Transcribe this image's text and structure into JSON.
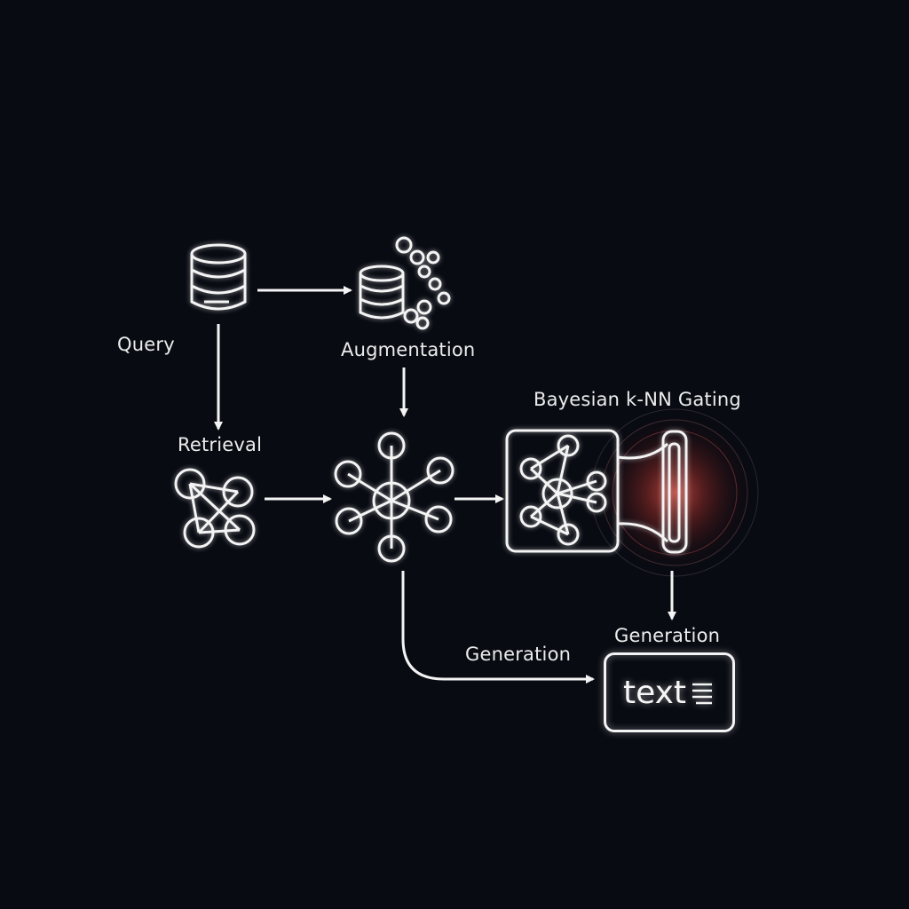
{
  "diagram": {
    "nodes": {
      "query": {
        "label": "Query",
        "icon": "database-icon"
      },
      "augmentation": {
        "label": "Augmentation",
        "icon": "database-with-clusters-icon"
      },
      "retrieval": {
        "label": "Retrieval",
        "icon": "connected-nodes-graph-icon"
      },
      "hub": {
        "icon": "hub-network-icon"
      },
      "gating": {
        "label": "Bayesian k-NN Gating",
        "icon": "neural-network-gate-icon",
        "accent_color": "#c0392b"
      },
      "generation_right": {
        "label": "Generation"
      },
      "generation_left": {
        "label": "Generation"
      },
      "output": {
        "label": "text",
        "icon": "text-lines-icon"
      }
    },
    "edges": [
      {
        "from": "query",
        "to": "augmentation"
      },
      {
        "from": "query",
        "to": "retrieval"
      },
      {
        "from": "augmentation",
        "to": "hub"
      },
      {
        "from": "retrieval",
        "to": "hub"
      },
      {
        "from": "hub",
        "to": "gating"
      },
      {
        "from": "gating",
        "to": "output",
        "label": "Generation"
      },
      {
        "from": "hub",
        "to": "output",
        "label": "Generation"
      }
    ],
    "colors": {
      "background": "#080b12",
      "stroke": "#f4f4f4",
      "glow": "#c0392b"
    }
  }
}
